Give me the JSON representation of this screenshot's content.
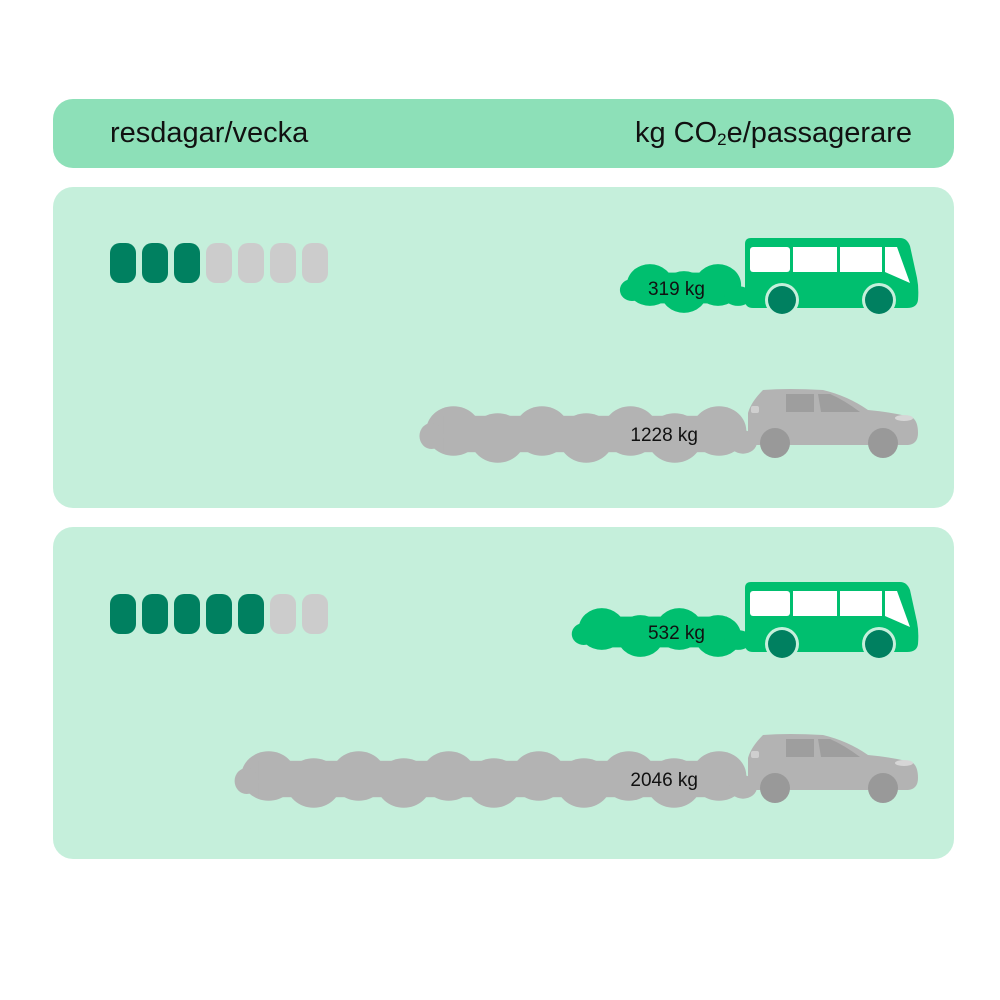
{
  "header": {
    "left_label": "resdagar/vecka",
    "right_label_prefix": "kg CO",
    "right_label_sub": "2",
    "right_label_suffix": "e/passagerare"
  },
  "colors": {
    "header_bg": "#8de0b8",
    "panel_bg": "#c5efdb",
    "day_active": "#008060",
    "day_inactive": "#cccccc",
    "bus": "#00bf6f",
    "bus_wheel": "#008060",
    "car": "#b3b3b3",
    "car_wheel": "#999999"
  },
  "chart_data": {
    "type": "bar",
    "title": "",
    "xlabel": "resdagar/vecka",
    "ylabel": "kg CO2e/passagerare",
    "total_days": 7,
    "rows": [
      {
        "days_per_week": 3,
        "bus": {
          "value": 319,
          "label": "319 kg"
        },
        "car": {
          "value": 1228,
          "label": "1228 kg"
        }
      },
      {
        "days_per_week": 5,
        "bus": {
          "value": 532,
          "label": "532 kg"
        },
        "car": {
          "value": 2046,
          "label": "2046 kg"
        }
      }
    ]
  }
}
